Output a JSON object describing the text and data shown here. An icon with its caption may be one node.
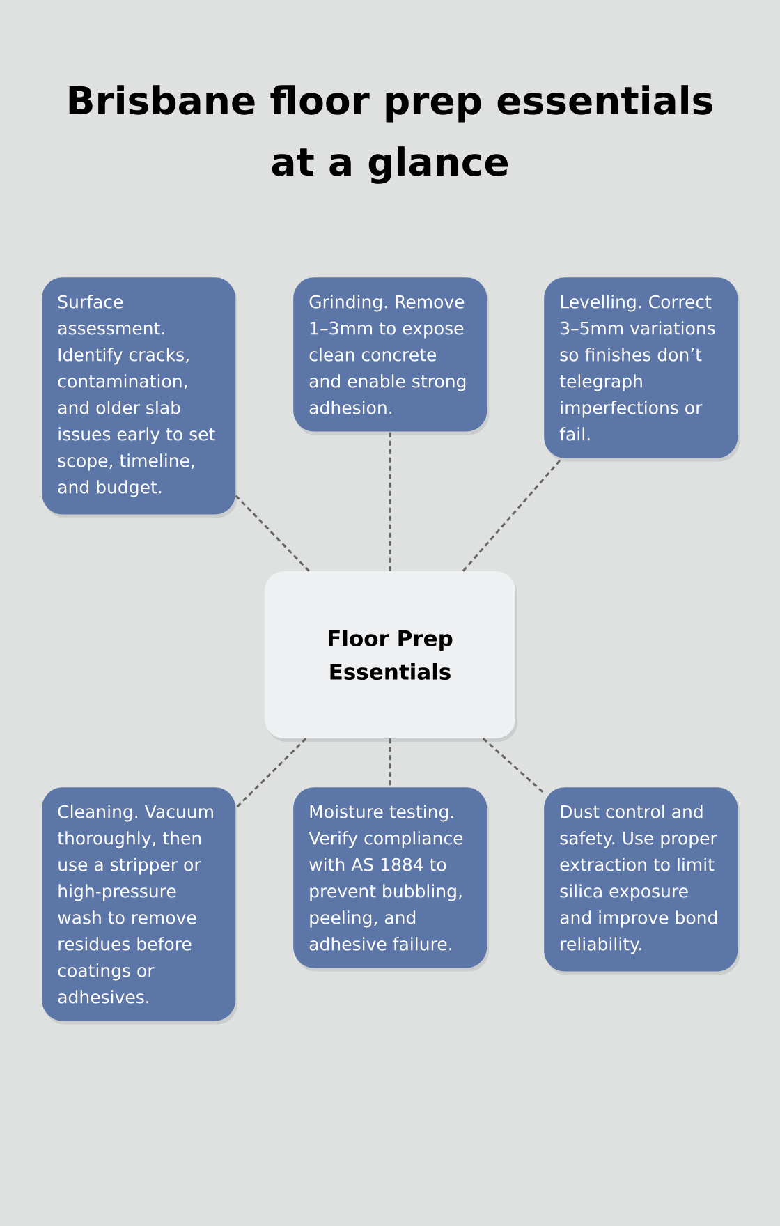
{
  "diagram": {
    "title": "Brisbane floor prep essentials at a glance",
    "nodes": [
      {
        "text": [
          "Surface assessment. Identify cracks, contamination, and older slab issues early to set scope, timeline, and budget."
        ]
      },
      {
        "text": [
          "Grinding. Remove 1–3mm to expose clean concrete and enable strong adhesion."
        ]
      },
      {
        "text": [
          "Levelling. Correct 3–5mm variations so finishes don’t telegraph imperfections or fail."
        ]
      },
      {
        "text": [
          "Floor Prep Essentials"
        ]
      },
      {
        "text": [
          "Cleaning. Vacuum thoroughly, then use a stripper or high-pressure wash to remove residues before coatings or adhesives."
        ]
      },
      {
        "text": [
          "Moisture testing. Verify compliance with AS 1884 to prevent bubbling, peeling, and adhesive failure."
        ]
      },
      {
        "text": [
          "Dust control and safety. Use proper extraction to limit silica exposure and improve bond reliability."
        ]
      }
    ],
    "edges": [
      {
        "from": 3,
        "to": 0,
        "arrow": "none",
        "style": "dashed"
      },
      {
        "from": 3,
        "to": 1,
        "arrow": "none",
        "style": "dashed"
      },
      {
        "from": 3,
        "to": 2,
        "arrow": "none",
        "style": "dashed"
      },
      {
        "from": 3,
        "to": 4,
        "arrow": "none",
        "style": "dashed"
      },
      {
        "from": 3,
        "to": 5,
        "arrow": "none",
        "style": "dashed"
      },
      {
        "from": 3,
        "to": 6,
        "arrow": "none",
        "style": "dashed"
      }
    ]
  }
}
